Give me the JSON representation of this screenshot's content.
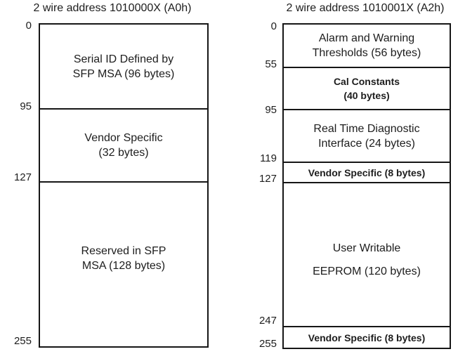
{
  "figure": {
    "left": {
      "title": "2 wire address 1010000X (A0h)",
      "addresses": [
        "0",
        "95",
        "127",
        "255"
      ],
      "sections": [
        {
          "line1": "Serial ID Defined by",
          "line2": "SFP MSA (96 bytes)",
          "bold": false
        },
        {
          "line1": "Vendor Specific",
          "line2": "(32 bytes)",
          "bold": false
        },
        {
          "line1": "Reserved in SFP",
          "line2": "MSA (128 bytes)",
          "bold": false
        }
      ]
    },
    "right": {
      "title": "2 wire address 1010001X (A2h)",
      "addresses": [
        "0",
        "55",
        "95",
        "119",
        "127",
        "247",
        "255"
      ],
      "sections": [
        {
          "line1": "Alarm and Warning",
          "line2": "Thresholds (56 bytes)",
          "bold": false
        },
        {
          "line1": "Cal Constants",
          "line2": "(40 bytes)",
          "bold": true
        },
        {
          "line1": "Real Time Diagnostic",
          "line2": "Interface (24 bytes)",
          "bold": false
        },
        {
          "line1": "Vendor Specific (8 bytes)",
          "bold": true
        },
        {
          "line1": "User Writable",
          "line2": "EEPROM (120 bytes)",
          "bold": false
        },
        {
          "line1": "Vendor Specific (8 bytes)",
          "bold": true
        }
      ]
    },
    "colors": {
      "line": "#161616",
      "text": "#1d1d1d",
      "background": "#ffffff"
    }
  }
}
